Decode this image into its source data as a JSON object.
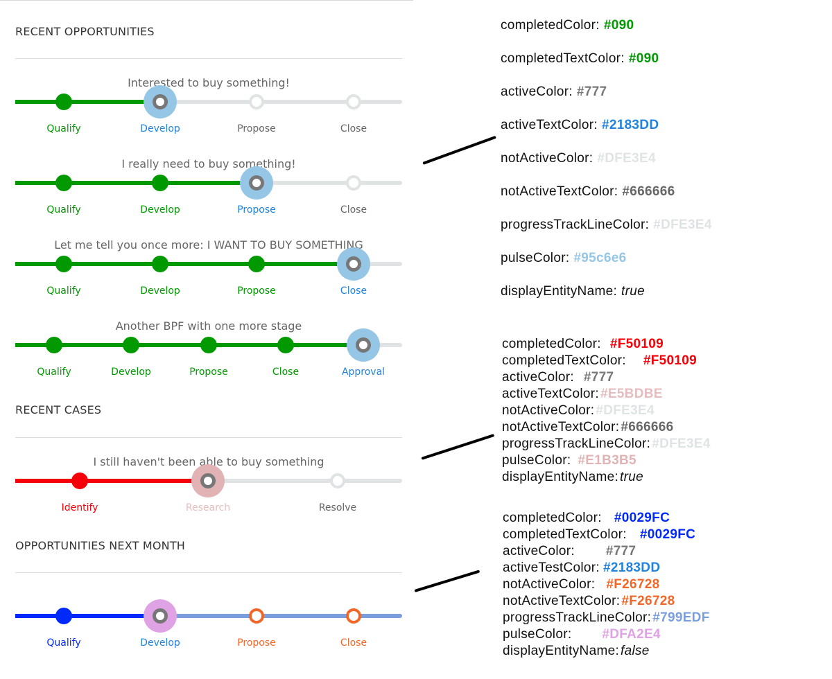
{
  "sections": {
    "recent_opportunities": "RECENT OPPORTUNITIES",
    "recent_cases": "RECENT CASES",
    "opportunities_next_month": "OPPORTUNITIES NEXT MONTH"
  },
  "bpfs": [
    {
      "title": "Interested to buy something!",
      "stages": [
        "Qualify",
        "Develop",
        "Propose",
        "Close"
      ],
      "active_index": 1
    },
    {
      "title": "I really need to buy something!",
      "stages": [
        "Qualify",
        "Develop",
        "Propose",
        "Close"
      ],
      "active_index": 2
    },
    {
      "title": "Let me tell you once more: I WANT TO BUY SOMETHING",
      "stages": [
        "Qualify",
        "Develop",
        "Propose",
        "Close"
      ],
      "active_index": 3
    },
    {
      "title": "Another BPF with one more stage",
      "stages": [
        "Qualify",
        "Develop",
        "Propose",
        "Close",
        "Approval"
      ],
      "active_index": 4
    },
    {
      "title": "I still haven't been able to buy something",
      "stages": [
        "Identify",
        "Research",
        "Resolve"
      ],
      "active_index": 1
    },
    {
      "title": "",
      "stages": [
        "Qualify",
        "Develop",
        "Propose",
        "Close"
      ],
      "active_index": 1
    }
  ],
  "themes": {
    "green": {
      "completed": "#009900",
      "completed_text": "#009900",
      "active": "#777777",
      "active_text": "#2183DD",
      "not_active": "#DFE3E4",
      "not_active_text": "#666666",
      "track": "#DFE3E4",
      "pulse": "#95c6e6"
    },
    "red": {
      "completed": "#F50109",
      "completed_text": "#F50109",
      "active": "#777777",
      "active_text": "#E5BDBE",
      "not_active": "#DFE3E4",
      "not_active_text": "#666666",
      "track": "#DFE3E4",
      "pulse": "#E1B3B5"
    },
    "blue": {
      "completed": "#0029FC",
      "completed_text": "#0029FC",
      "active": "#777777",
      "active_text": "#2183DD",
      "not_active": "#F26728",
      "not_active_text": "#F26728",
      "track": "#799EDF",
      "pulse": "#DFA2E4"
    }
  },
  "props_1": [
    {
      "name": "completedColor:",
      "value": "#090",
      "color": "#009900",
      "style": "bold"
    },
    {
      "name": "completedTextColor:",
      "value": "#090",
      "color": "#009900",
      "style": "bold"
    },
    {
      "name": "activeColor:",
      "value": "#777",
      "color": "#777777",
      "style": "bold"
    },
    {
      "name": "activeTextColor:",
      "value": "#2183DD",
      "color": "#2183DD",
      "style": "bold"
    },
    {
      "name": "notActiveColor:",
      "value": "#DFE3E4",
      "color": "#DFE3E4",
      "style": "bold"
    },
    {
      "name": "notActiveTextColor:",
      "value": "#666666",
      "color": "#666666",
      "style": "bold"
    },
    {
      "name": "progressTrackLineColor:",
      "value": "#DFE3E4",
      "color": "#DFE3E4",
      "style": "bold"
    },
    {
      "name": "pulseColor:",
      "value": "#95c6e6",
      "color": "#95c6e6",
      "style": "bold"
    },
    {
      "name": "displayEntityName:",
      "value": "true",
      "color": "#111111",
      "style": "italic"
    }
  ],
  "props_2": [
    {
      "name": "completedColor:",
      "value": "#F50109",
      "color": "#F50109",
      "style": "bold"
    },
    {
      "name": "completedTextColor:",
      "value": "#F50109",
      "color": "#F50109",
      "style": "bold"
    },
    {
      "name": "activeColor:",
      "value": "#777",
      "color": "#777777",
      "style": "bold"
    },
    {
      "name": "activeTextColor:",
      "value": "#E5BDBE",
      "color": "#E5BDBE",
      "style": "bold"
    },
    {
      "name": "notActiveColor:",
      "value": "#DFE3E4",
      "color": "#DFE3E4",
      "style": "bold"
    },
    {
      "name": "notActiveTextColor:",
      "value": "#666666",
      "color": "#666666",
      "style": "bold"
    },
    {
      "name": "progressTrackLineColor:",
      "value": "#DFE3E4",
      "color": "#DFE3E4",
      "style": "bold"
    },
    {
      "name": "pulseColor:",
      "value": "#E1B3B5",
      "color": "#E1B3B5",
      "style": "bold"
    },
    {
      "name": "displayEntityName:",
      "value": "true",
      "color": "#111111",
      "style": "italic"
    }
  ],
  "props_3": [
    {
      "name": "completedColor:",
      "value": "#0029FC",
      "color": "#0029FC",
      "style": "bold"
    },
    {
      "name": "completedTextColor:",
      "value": "#0029FC",
      "color": "#0029FC",
      "style": "bold"
    },
    {
      "name": "activeColor:",
      "value": "#777",
      "color": "#777777",
      "style": "bold"
    },
    {
      "name": "activeTestColor:",
      "value": "#2183DD",
      "color": "#2183DD",
      "style": "bold"
    },
    {
      "name": "notActiveColor:",
      "value": "#F26728",
      "color": "#F26728",
      "style": "bold"
    },
    {
      "name": "notActiveTextColor:",
      "value": "#F26728",
      "color": "#F26728",
      "style": "bold"
    },
    {
      "name": "progressTrackLineColor:",
      "value": "#799EDF",
      "color": "#799EDF",
      "style": "bold"
    },
    {
      "name": "pulseColor:",
      "value": "#DFA2E4",
      "color": "#DFA2E4",
      "style": "bold"
    },
    {
      "name": "displayEntityName:",
      "value": "false",
      "color": "#111111",
      "style": "italic"
    }
  ]
}
